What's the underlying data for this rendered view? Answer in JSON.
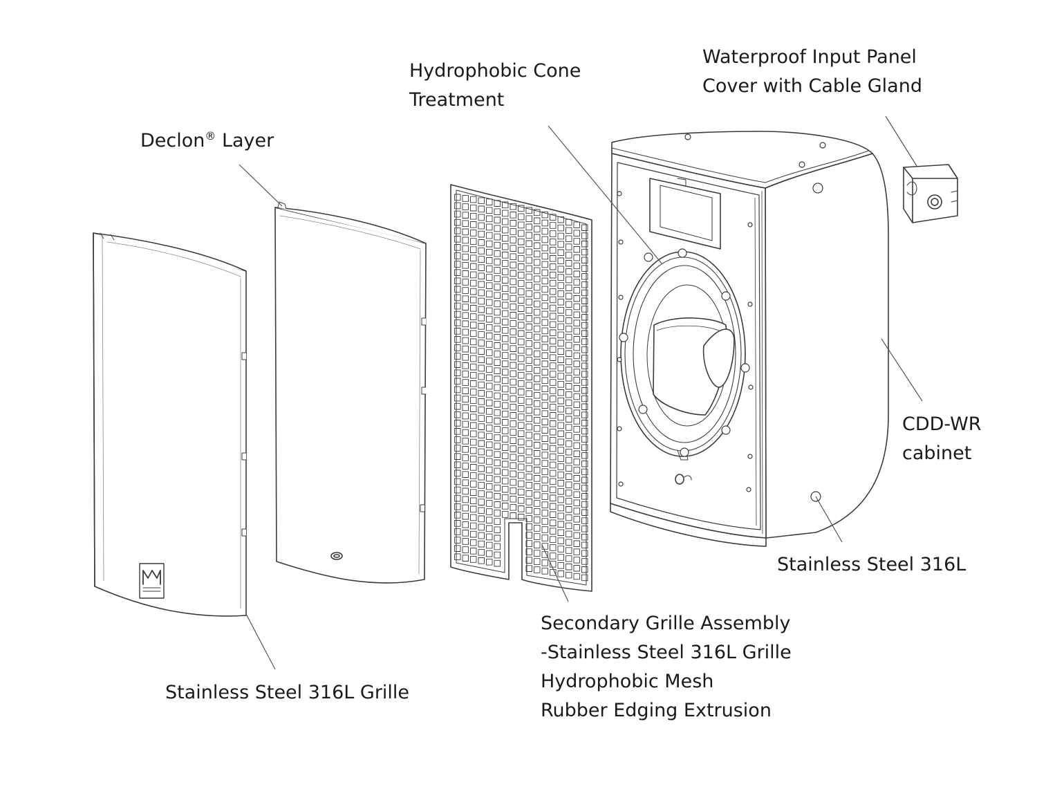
{
  "labels": {
    "declon": {
      "text": "Declon",
      "mark": "®",
      "suffix": " Layer"
    },
    "cone": {
      "lines": [
        "Hydrophobic Cone",
        "Treatment"
      ]
    },
    "input_panel": {
      "lines": [
        "Waterproof Input Panel",
        "Cover with Cable Gland"
      ]
    },
    "cabinet": {
      "lines": [
        "CDD-WR",
        "cabinet"
      ]
    },
    "ss_hardware": {
      "text": "Stainless Steel 316L"
    },
    "ss_grille": {
      "text": "Stainless Steel 316L Grille"
    },
    "secondary": {
      "lines": [
        "Secondary Grille Assembly",
        "-Stainless Steel 316L Grille",
        "Hydrophobic Mesh",
        "Rubber Edging Extrusion"
      ]
    }
  },
  "colors": {
    "line": "#3a3a3a",
    "leader": "#555555",
    "text": "#1a1a1a",
    "background": "#ffffff"
  }
}
